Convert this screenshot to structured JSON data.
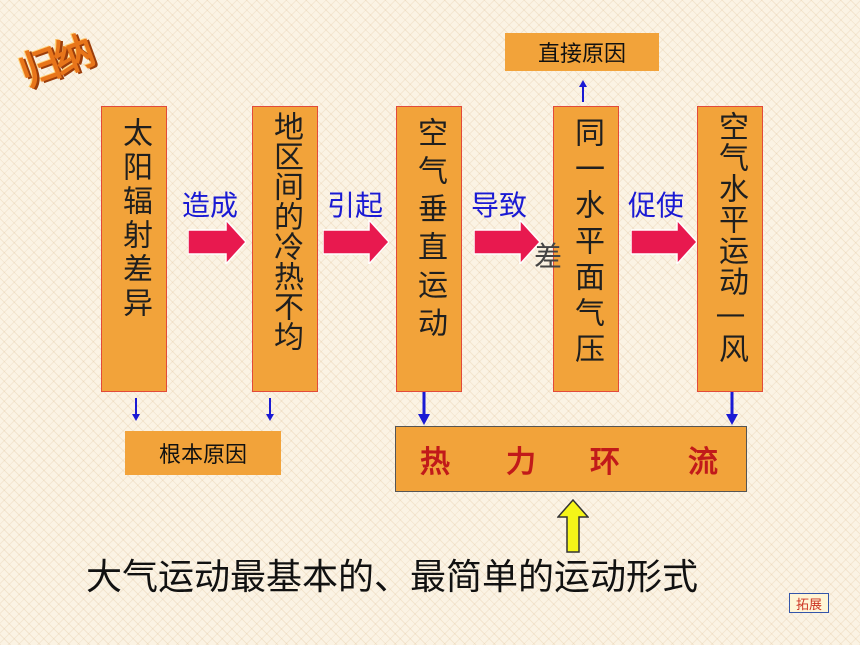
{
  "logo_text": "归纳",
  "boxes": [
    {
      "text": "太阳辐射差异"
    },
    {
      "text": "地区间的冷热不均"
    },
    {
      "text": "空气垂直运动"
    },
    {
      "text": "同一水平面气压"
    },
    {
      "text": "空气水平运动—风"
    }
  ],
  "connectors": [
    "造成",
    "引起",
    "导致",
    "促使"
  ],
  "overlap_char": "差",
  "direct_cause": "直接原因",
  "root_cause": "根本原因",
  "circulation": [
    "热",
    "力",
    "环",
    "流"
  ],
  "bottom_text": "大气运动最基本的、最简单的运动形式",
  "extend_button": "拓展",
  "colors": {
    "box": "#f2a33a",
    "arrow_red": "#e8194f",
    "connector_blue": "#1a1ad4",
    "heat_text": "#c11a1a",
    "yellow_arrow": "#f5f518"
  }
}
